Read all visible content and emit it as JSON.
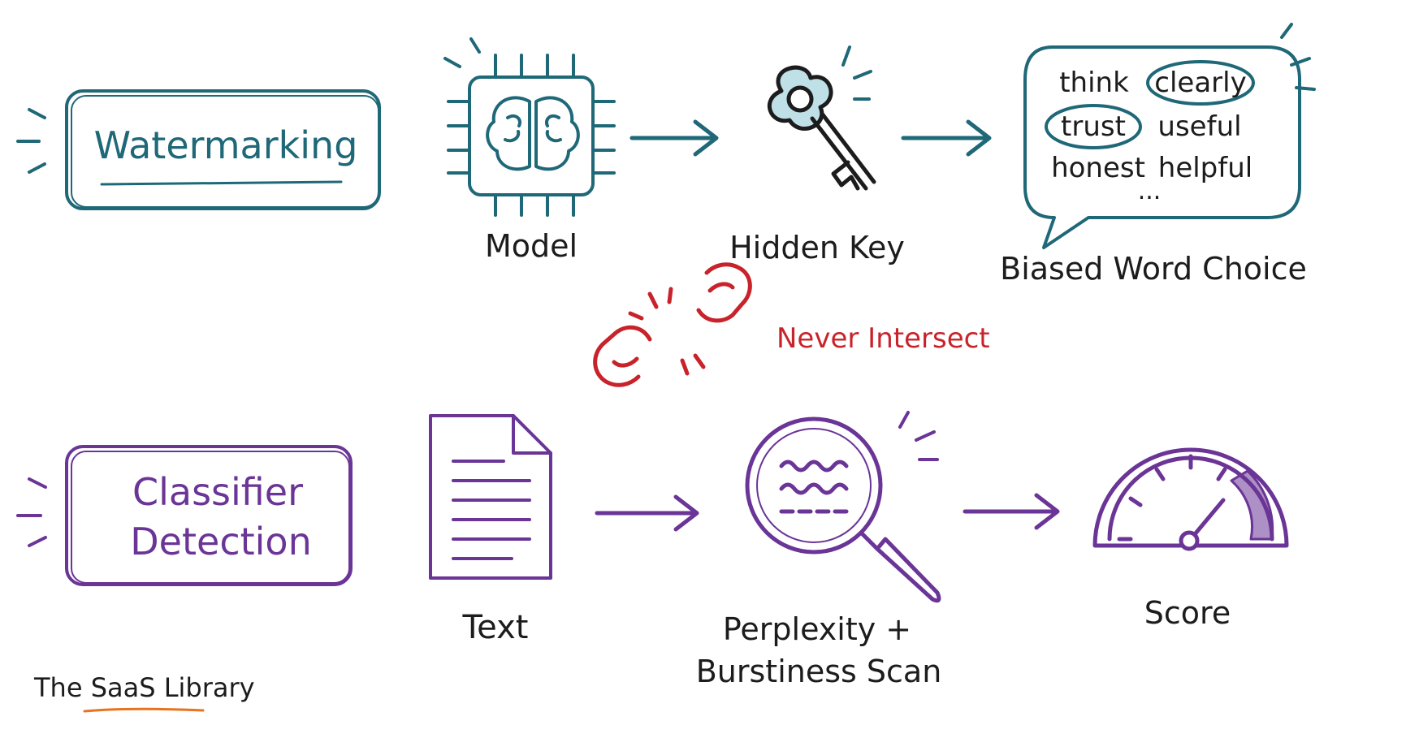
{
  "colors": {
    "teal": "#1f6878",
    "purple": "#6a3596",
    "red": "#c8232b",
    "ink": "#1c1c1c",
    "orange": "#e8731f"
  },
  "watermarking": {
    "title": "Watermarking",
    "model_label": "Model",
    "key_label": "Hidden Key",
    "words_label": "Biased Word Choice",
    "words": [
      "think",
      "clearly",
      "trust",
      "useful",
      "honest",
      "helpful"
    ],
    "ellipsis": "...",
    "icons": [
      "brain-chip-icon",
      "key-icon",
      "speech-bubble-icon"
    ]
  },
  "separator": {
    "label": "Never Intersect",
    "icon": "broken-chain-icon"
  },
  "classifier": {
    "title_line1": "Classifier",
    "title_line2": "Detection",
    "text_label": "Text",
    "scan_label_line1": "Perplexity +",
    "scan_label_line2": "Burstiness Scan",
    "score_label": "Score",
    "icons": [
      "document-icon",
      "magnifier-icon",
      "gauge-icon"
    ]
  },
  "brand": {
    "name_prefix": "The ",
    "name_highlight": "SaaS",
    "name_suffix": " Library"
  }
}
